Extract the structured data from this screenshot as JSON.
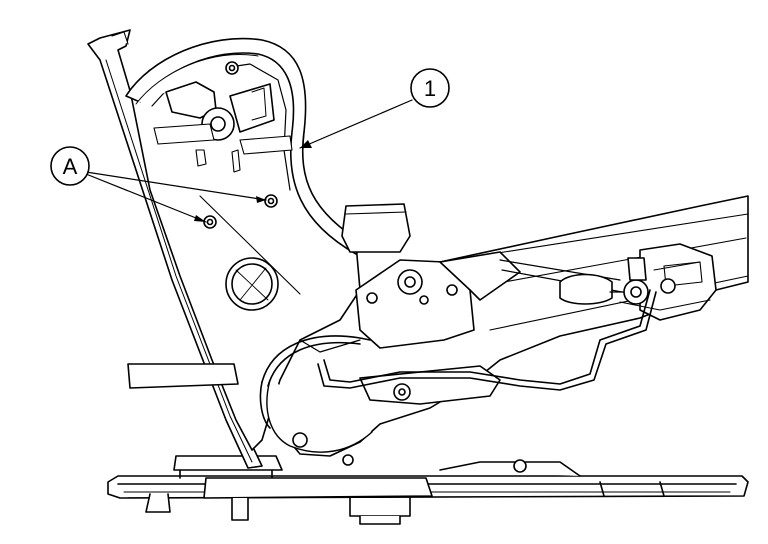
{
  "figure": {
    "callouts": [
      {
        "id": "callout-1",
        "label": "1"
      },
      {
        "id": "callout-A",
        "label": "A"
      }
    ],
    "colors": {
      "line": "#000000",
      "fill": "#ffffff"
    }
  }
}
